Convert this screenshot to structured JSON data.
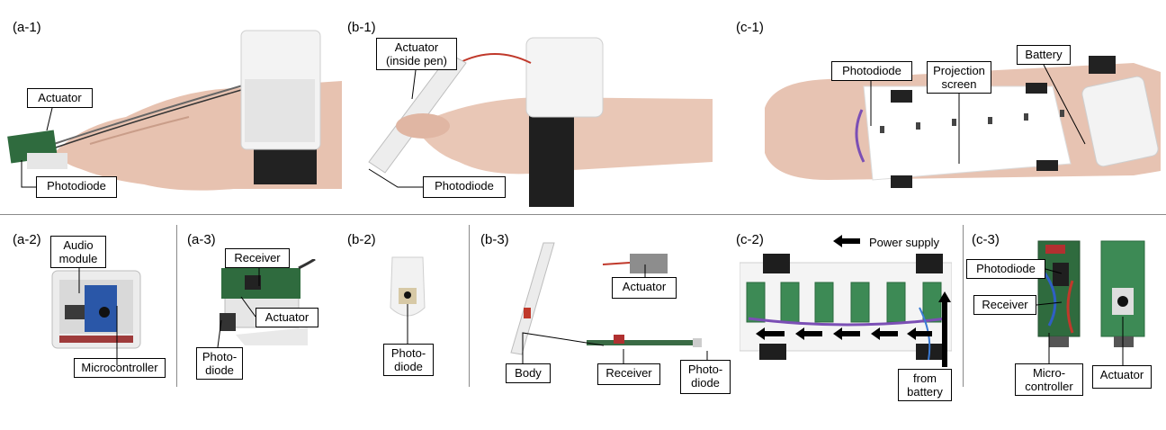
{
  "panels": {
    "a1": "(a-1)",
    "b1": "(b-1)",
    "c1": "(c-1)",
    "a2": "(a-2)",
    "a3": "(a-3)",
    "b2": "(b-2)",
    "b3": "(b-3)",
    "c2": "(c-2)",
    "c3": "(c-3)"
  },
  "a1_labels": {
    "actuator": "Actuator",
    "photodiode": "Photodiode"
  },
  "b1_labels": {
    "actuator_line1": "Actuator",
    "actuator_line2": "(inside pen)",
    "photodiode": "Photodiode"
  },
  "c1_labels": {
    "photodiode": "Photodiode",
    "projection_line1": "Projection",
    "projection_line2": "screen",
    "battery": "Battery"
  },
  "a2_labels": {
    "audio_line1": "Audio",
    "audio_line2": "module",
    "microcontroller": "Microcontroller"
  },
  "a3_labels": {
    "receiver": "Receiver",
    "actuator": "Actuator",
    "photo_line1": "Photo-",
    "photo_line2": "diode"
  },
  "b2_labels": {
    "photo_line1": "Photo-",
    "photo_line2": "diode"
  },
  "b3_labels": {
    "actuator": "Actuator",
    "body": "Body",
    "receiver": "Receiver",
    "photo_line1": "Photo-",
    "photo_line2": "diode"
  },
  "c2_labels": {
    "power_supply": "Power supply",
    "from_line1": "from",
    "from_line2": "battery"
  },
  "c3_labels": {
    "photodiode": "Photodiode",
    "receiver": "Receiver",
    "micro_line1": "Micro-",
    "micro_line2": "controller",
    "actuator": "Actuator"
  }
}
